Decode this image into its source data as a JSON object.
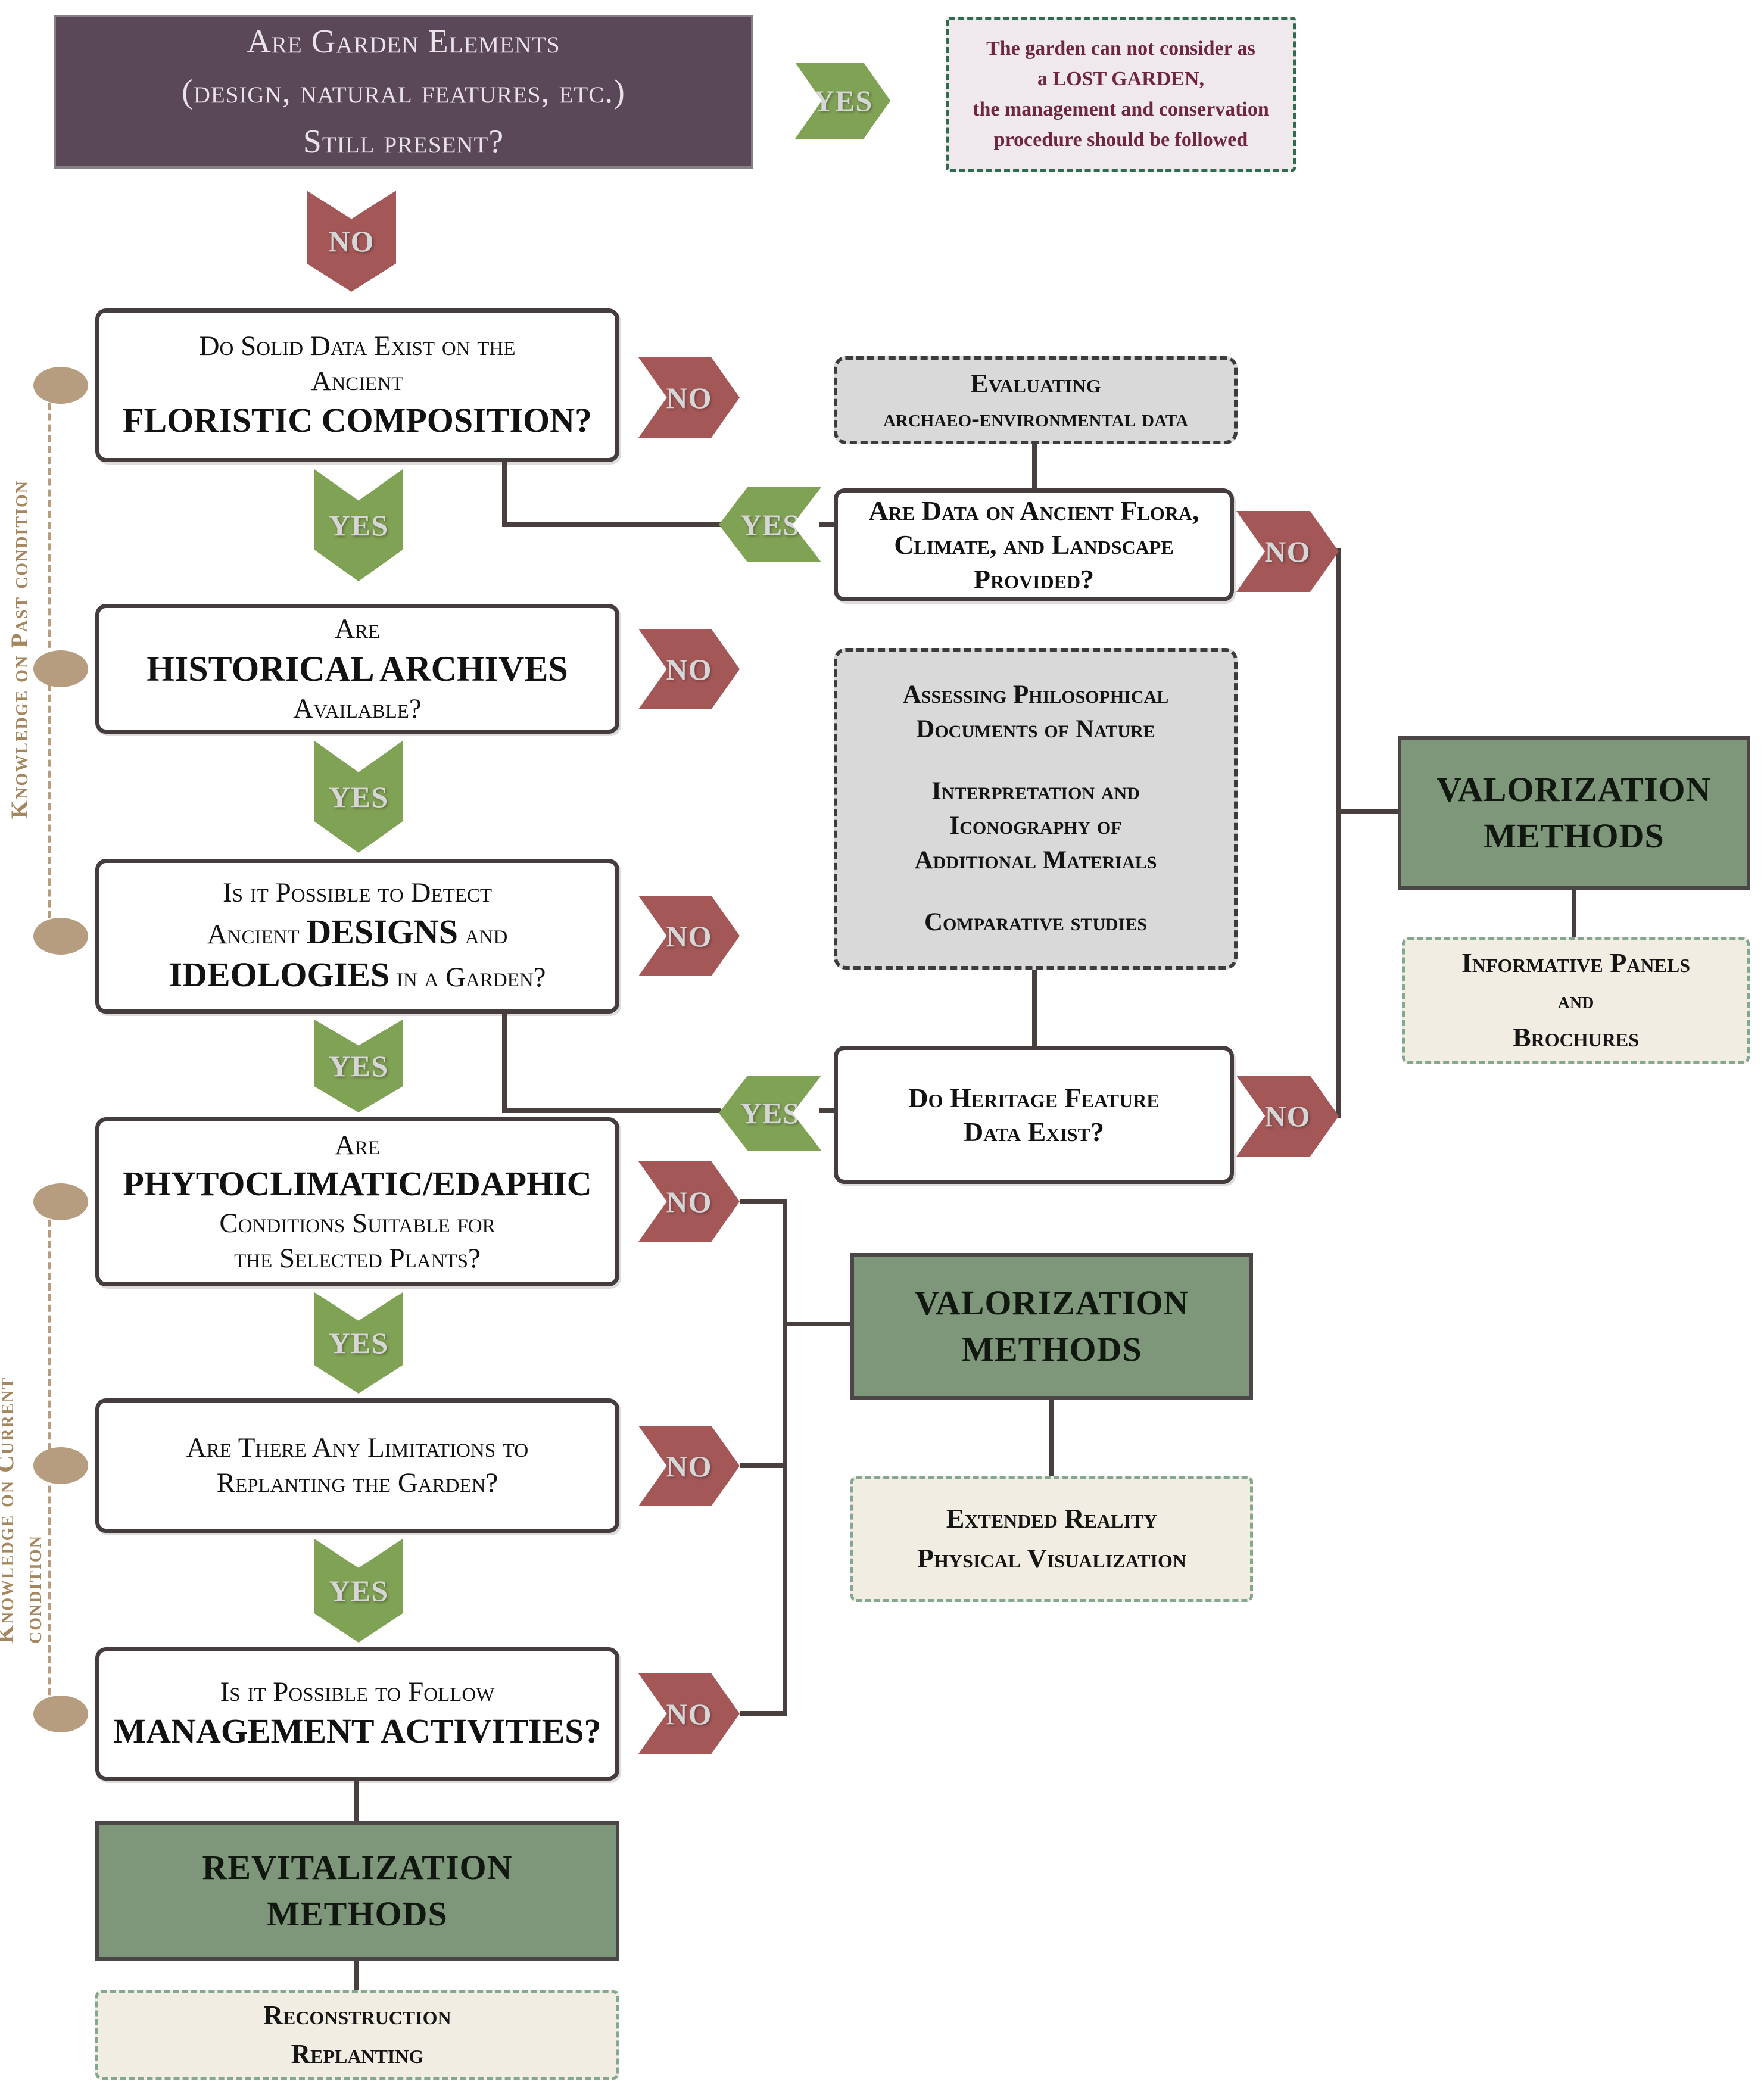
{
  "labels": {
    "yes": "YES",
    "no": "NO"
  },
  "side": {
    "past": "Knowledge on Past condition",
    "current": "Knowledge on Current condition"
  },
  "nodes": {
    "start": {
      "l1": "Are Garden Elements",
      "l2": "(design, natural features, etc.)",
      "l3": "Still present?"
    },
    "lost_garden": {
      "l1": "The garden can not consider as",
      "l2": "a LOST GARDEN,",
      "l3": "the management and conservation",
      "l4": "procedure should be followed"
    },
    "floristic": {
      "l1": "Do Solid Data Exist on the",
      "l2": "Ancient",
      "l3": "FLORISTIC COMPOSITION?"
    },
    "evaluating": {
      "l1": "Evaluating",
      "l2": "archaeo-environmental data"
    },
    "are_data": {
      "l1": "Are Data on Ancient Flora,",
      "l2": "Climate, and Landscape",
      "l3": "Provided?"
    },
    "historical": {
      "l1": "Are",
      "l2": "HISTORICAL ARCHIVES",
      "l3": "Available?"
    },
    "assessing": {
      "l1": "Assessing Philosophical",
      "l2": "Documents of Nature",
      "l3": "Interpretation and",
      "l4": "Iconography of",
      "l5": "Additional Materials",
      "l6": "Comparative studies"
    },
    "designs": {
      "l1": "Is it Possible to Detect",
      "l2a": "Ancient ",
      "l2b": "DESIGNS",
      "l2c": " and",
      "l3a": "IDEOLOGIES",
      "l3b": " in a Garden?"
    },
    "heritage": {
      "l1": "Do Heritage Feature",
      "l2": "Data Exist?"
    },
    "valorization": {
      "l1": "VALORIZATION",
      "l2": "METHODS"
    },
    "informative": {
      "l1": "Informative Panels",
      "l2": "and",
      "l3": "Brochures"
    },
    "phytoclimatic": {
      "l1": "Are",
      "l2": "PHYTOCLIMATIC/EDAPHIC",
      "l3": "Conditions Suitable for",
      "l4": "the Selected Plants?"
    },
    "extended": {
      "l1": "Extended Reality",
      "l2": "Physical Visualization"
    },
    "limitations": {
      "l1": "Are There Any Limitations to",
      "l2": "Replanting the Garden?"
    },
    "management": {
      "l1": "Is it Possible to Follow",
      "l2": "MANAGEMENT ACTIVITIES?"
    },
    "revitalization": {
      "l1": "REVITALIZATION",
      "l2": "METHODS"
    },
    "reconstruction": {
      "l1": "Reconstruction",
      "l2": "Replanting"
    }
  },
  "colors": {
    "purple": "#5a4758",
    "red_arrow": "#a45757",
    "green_arrow": "#80a254",
    "connector": "#4a3f3f",
    "sage_green": "#7e977b",
    "gray_box": "#d9d9d9",
    "cream_box": "#f2ede2",
    "tan": "#b79d80",
    "lost_text": "#6f2640"
  }
}
